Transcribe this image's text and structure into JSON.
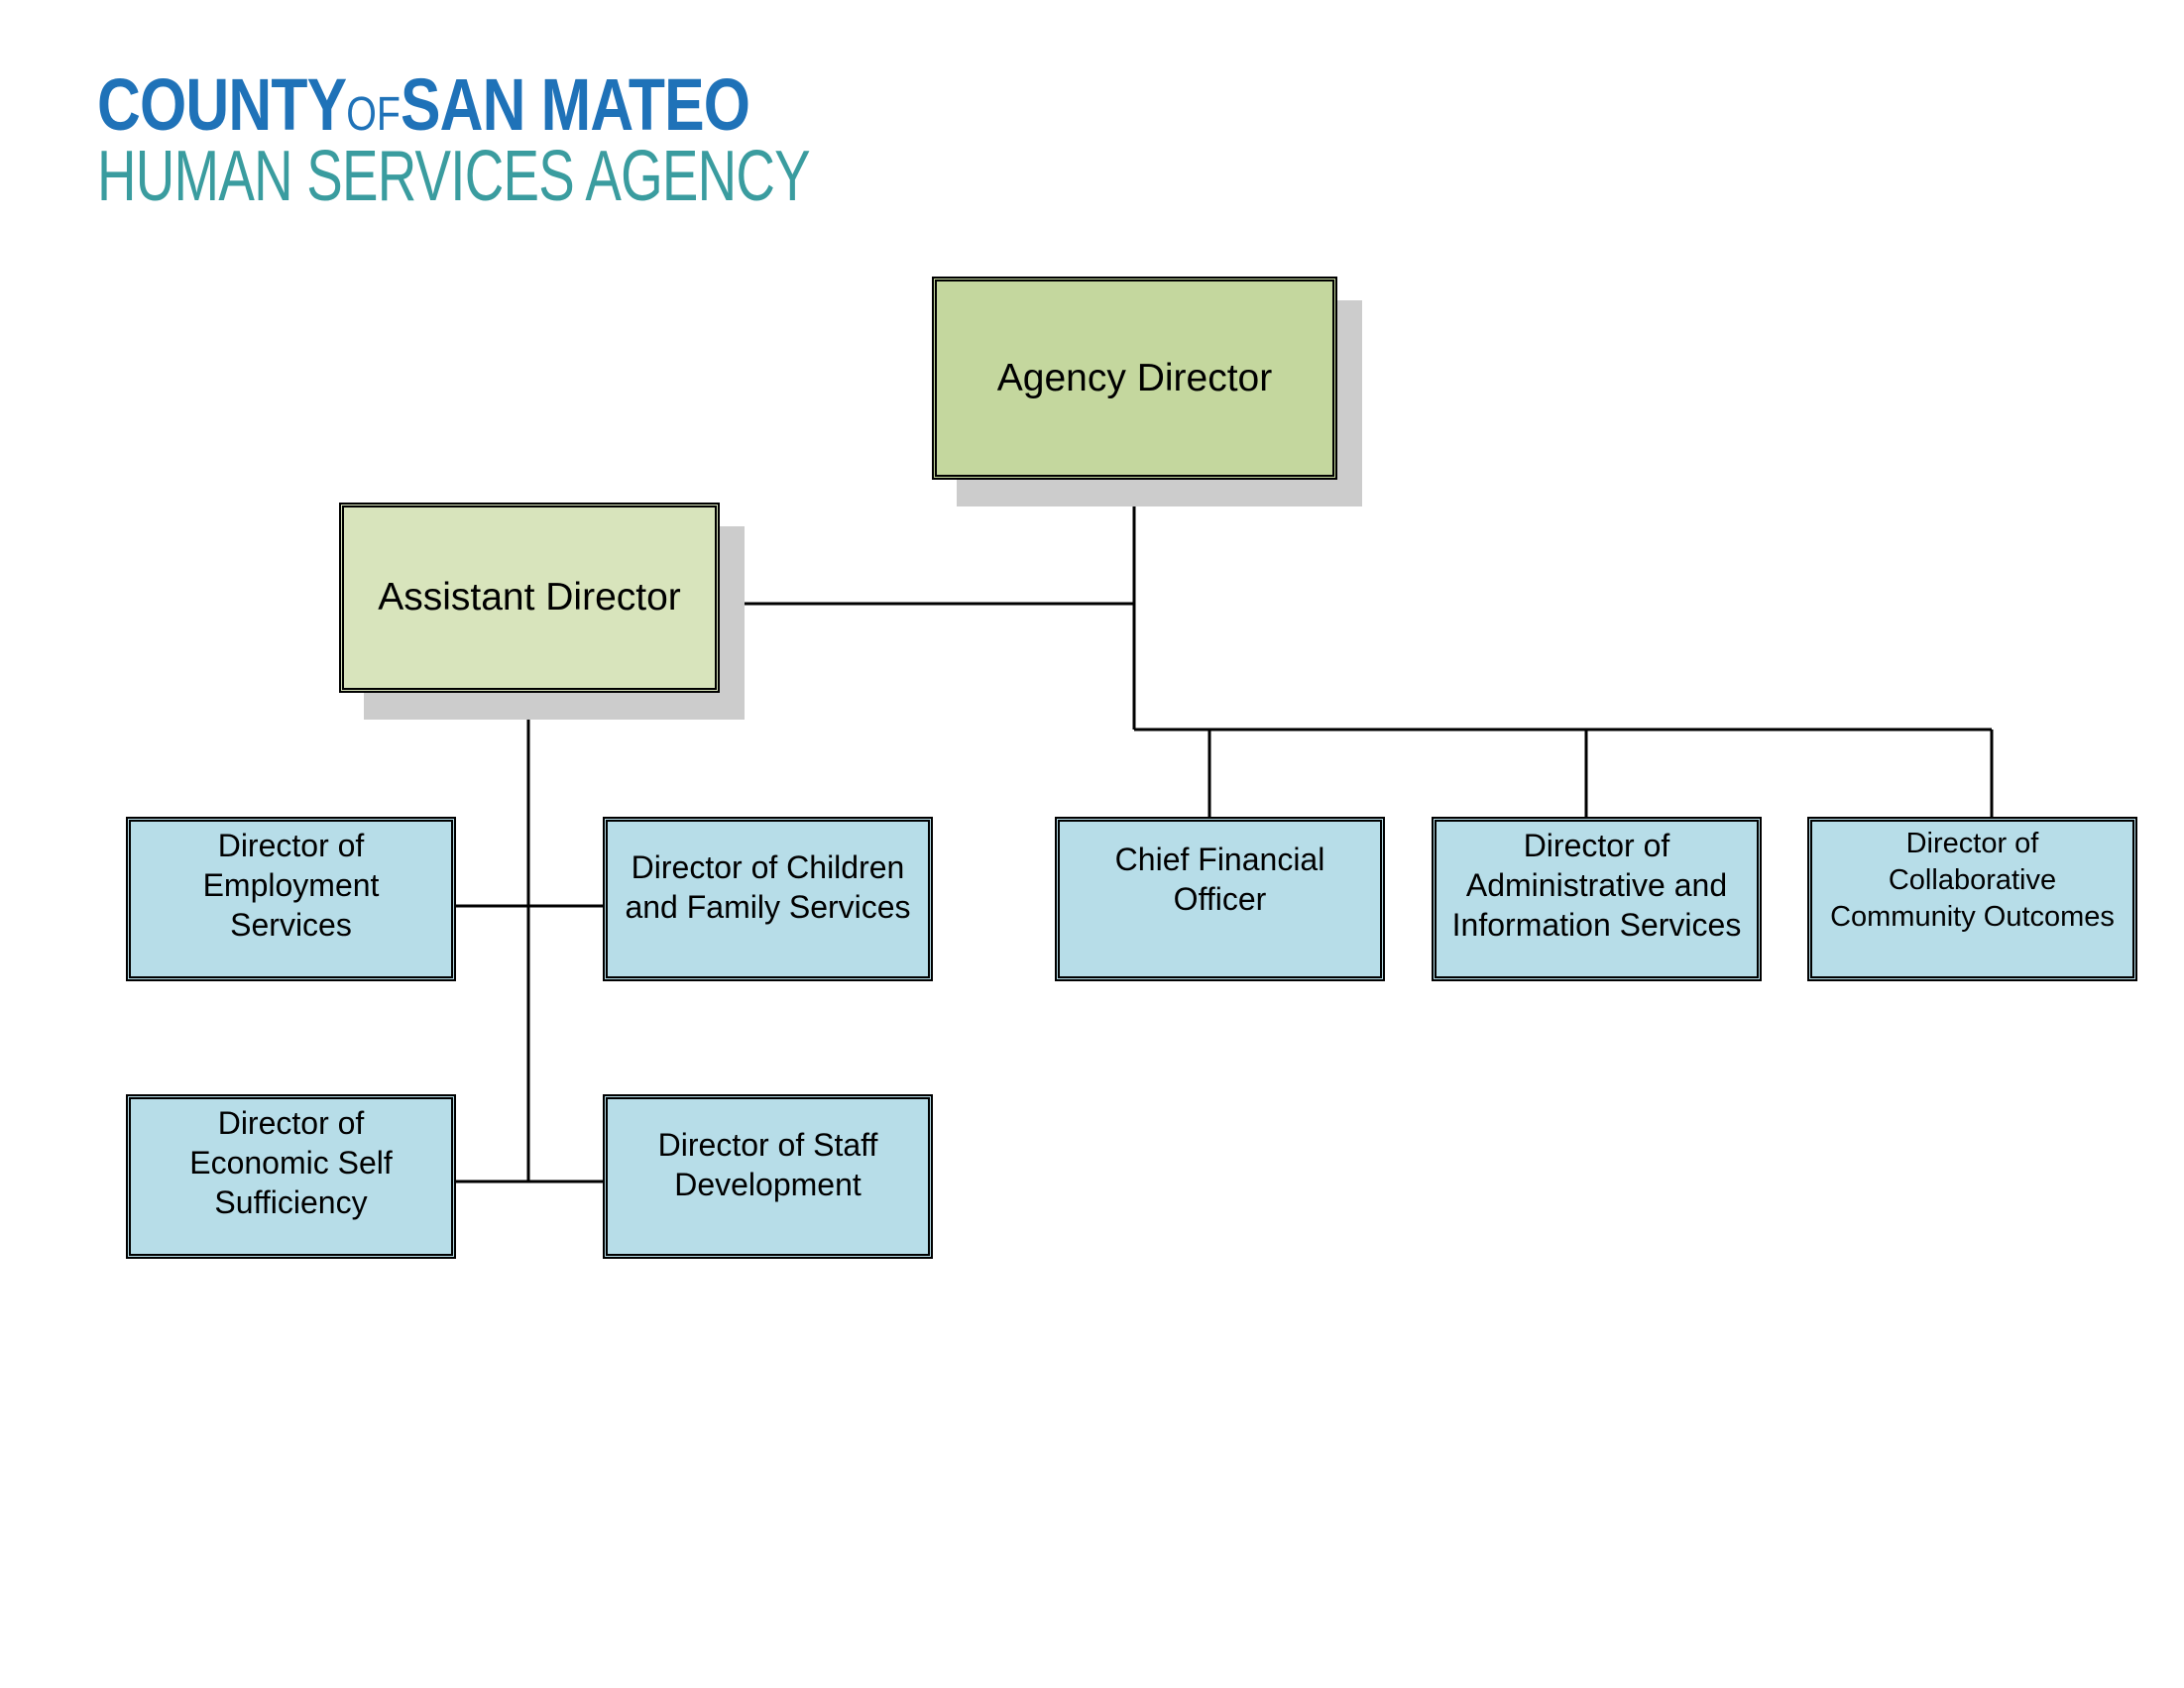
{
  "logo": {
    "line1_county": "COUNTY",
    "line1_of": "OF",
    "line1_name": "SAN MATEO",
    "line2": "HUMAN SERVICES AGENCY"
  },
  "colors": {
    "logo_blue": "#1f72b8",
    "logo_teal": "#3a9c9f",
    "agency_director_fill": "#c4d79e",
    "assistant_director_fill": "#d8e4bc",
    "staff_fill": "#b7dde8",
    "shadow": "#cccccc"
  },
  "org_chart": {
    "agency_director": "Agency Director",
    "assistant_director": "Assistant Director",
    "assistant_reports": {
      "employment": "Director of\nEmployment\nServices",
      "children_family": "Director of Children\nand Family Services",
      "economic_self_sufficiency": "Director of\nEconomic Self\nSufficiency",
      "staff_development": "Director of Staff\nDevelopment"
    },
    "director_reports": {
      "cfo": "Chief Financial\nOfficer",
      "admin_info": "Director of\nAdministrative and\nInformation Services",
      "collaborative": "Director of\nCollaborative\nCommunity Outcomes"
    }
  }
}
